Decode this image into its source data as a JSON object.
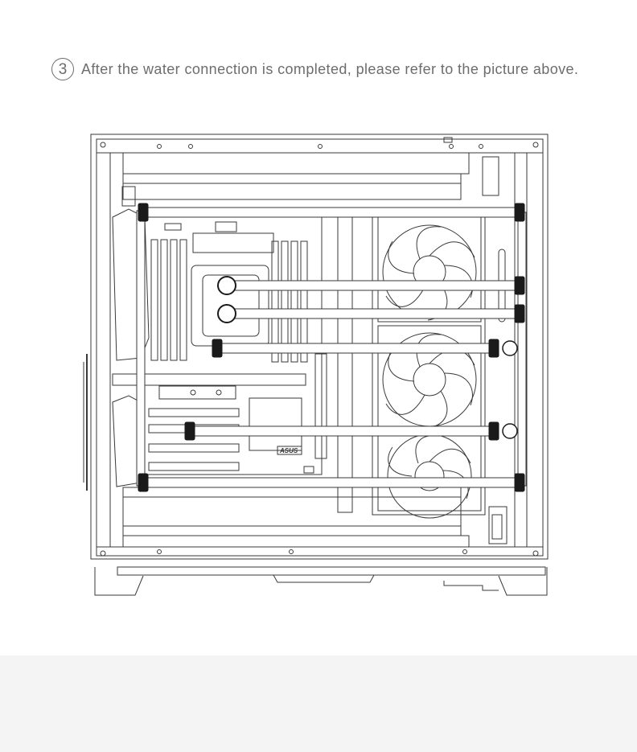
{
  "instruction": {
    "step_number": "3",
    "text": "After the water connection is completed, please refer to the picture above."
  },
  "figure": {
    "case_badge": "ASUS",
    "fan_count": 3,
    "line_color": "#3a3a3a",
    "tube_color": "#ffffff",
    "fitting_color": "#1a1a1a"
  },
  "footer": {
    "background": "#f4f4f5"
  }
}
